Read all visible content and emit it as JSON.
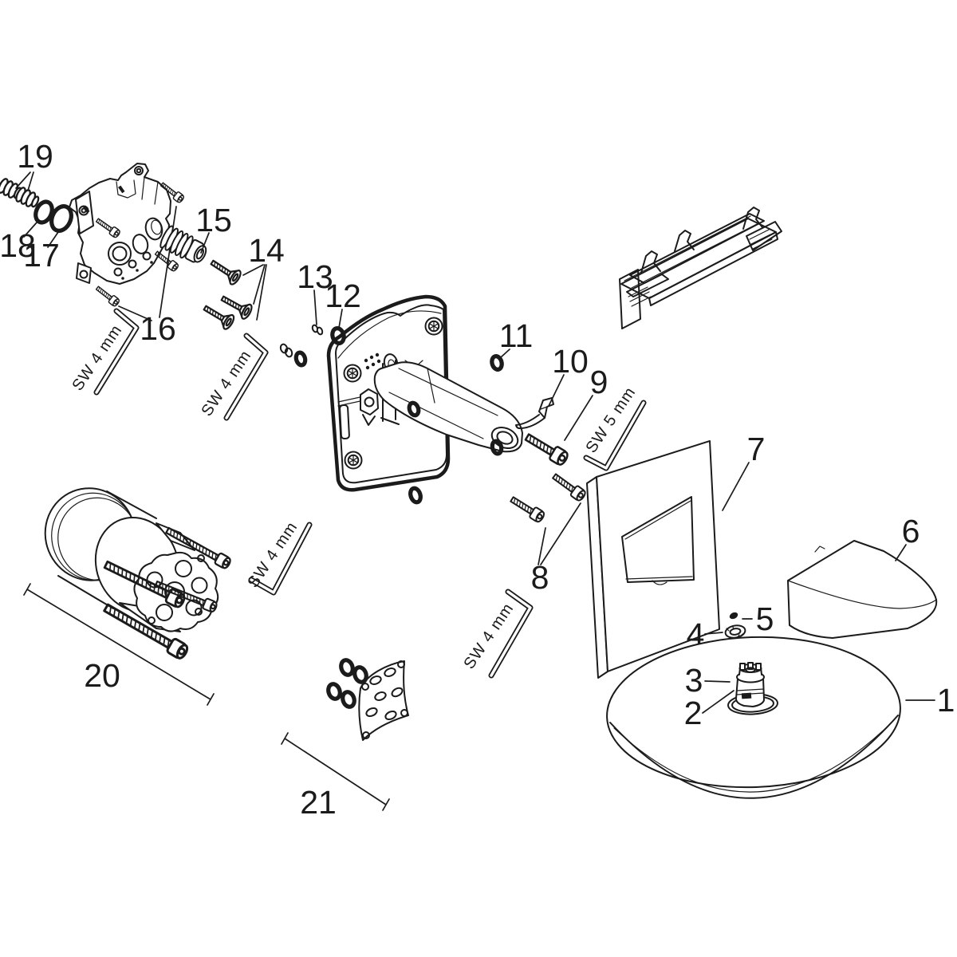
{
  "diagram": {
    "type": "exploded-parts-diagram",
    "background_color": "#ffffff",
    "line_color": "#1b1b1b",
    "parts_count": 21
  },
  "callouts": {
    "c1": "1",
    "c2": "2",
    "c3": "3",
    "c4": "4",
    "c5": "5",
    "c6": "6",
    "c7": "7",
    "c8": "8",
    "c9": "9",
    "c10": "10",
    "c11": "11",
    "c12": "12",
    "c13": "13",
    "c14": "14",
    "c15": "15",
    "c16": "16",
    "c17": "17",
    "c18": "18",
    "c19": "19",
    "c20": "20",
    "c21": "21"
  },
  "tool_labels": {
    "sw4": "SW 4 mm",
    "sw5": "SW 5 mm"
  }
}
